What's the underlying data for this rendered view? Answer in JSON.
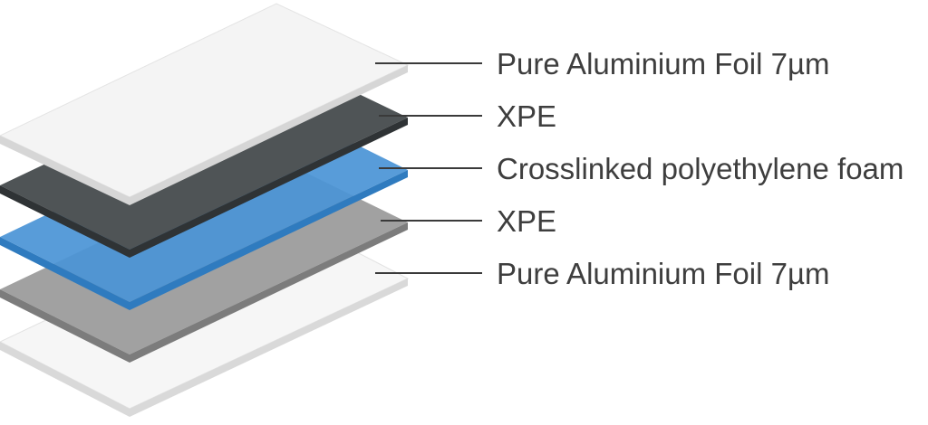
{
  "layers": [
    {
      "label": "Pure Aluminium Foil 7µm",
      "top_color": "#f4f4f4",
      "side_color": "#d6d6d6"
    },
    {
      "label": "XPE",
      "top_color": "#4f5456",
      "side_color": "#2f3335"
    },
    {
      "label": "Crosslinked polyethylene foam",
      "top_color": "#4a94d6",
      "side_color": "#2f7bbf"
    },
    {
      "label": "XPE",
      "top_color": "#a1a1a1",
      "side_color": "#7c7c7c"
    },
    {
      "label": "Pure Aluminium Foil 7µm",
      "top_color": "#f6f6f6",
      "side_color": "#d9d9d9"
    }
  ]
}
